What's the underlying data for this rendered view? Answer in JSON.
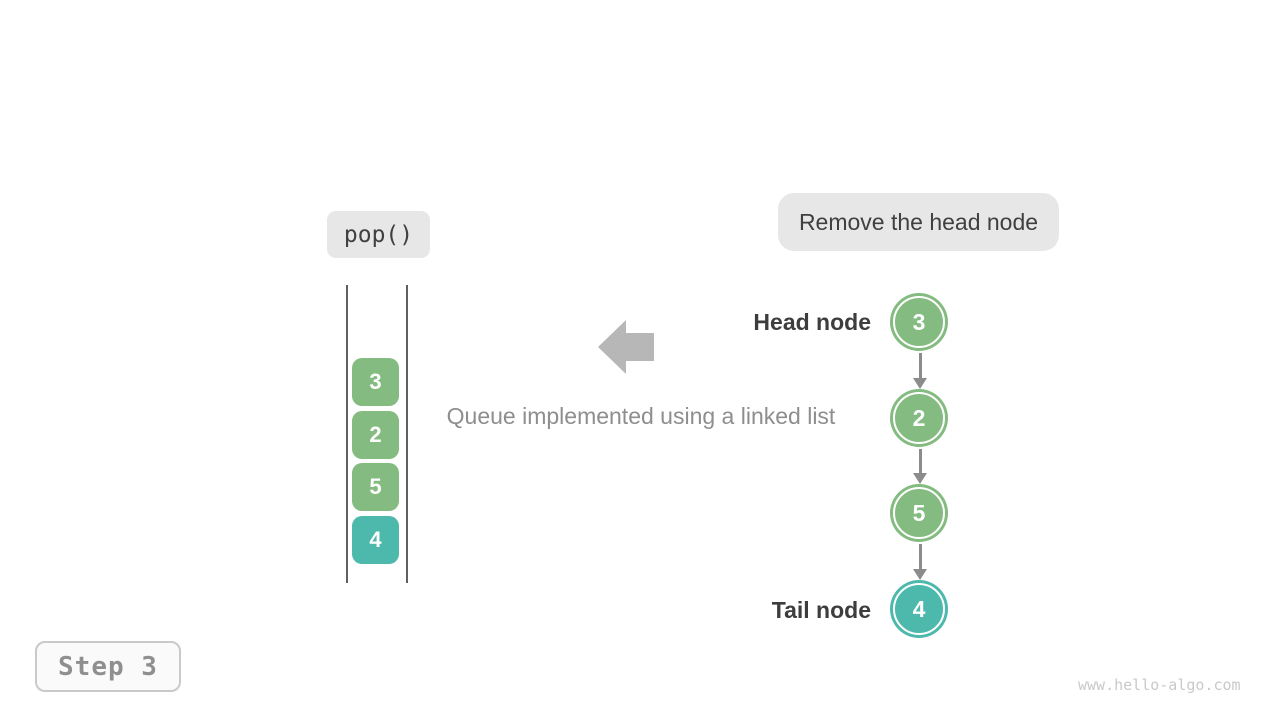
{
  "operation_label": "pop()",
  "annotation_label": "Remove the head node",
  "caption": "Queue implemented using a linked list",
  "queue": {
    "items": [
      {
        "value": "3",
        "color": "#84bb80"
      },
      {
        "value": "2",
        "color": "#84bb80"
      },
      {
        "value": "5",
        "color": "#84bb80"
      },
      {
        "value": "4",
        "color": "#4db9ac"
      }
    ]
  },
  "linked_list": {
    "head_label": "Head node",
    "tail_label": "Tail node",
    "nodes": [
      {
        "value": "3",
        "color": "#84bb80"
      },
      {
        "value": "2",
        "color": "#84bb80"
      },
      {
        "value": "5",
        "color": "#84bb80"
      },
      {
        "value": "4",
        "color": "#4db9ac"
      }
    ]
  },
  "step_label": "Step 3",
  "watermark": "www.hello-algo.com",
  "colors": {
    "node_green": "#84bb80",
    "node_teal": "#4db9ac",
    "label_background": "#e7e7e7",
    "arrow_gray": "#8c8c8c",
    "block_arrow_gray": "#b7b7b7"
  }
}
